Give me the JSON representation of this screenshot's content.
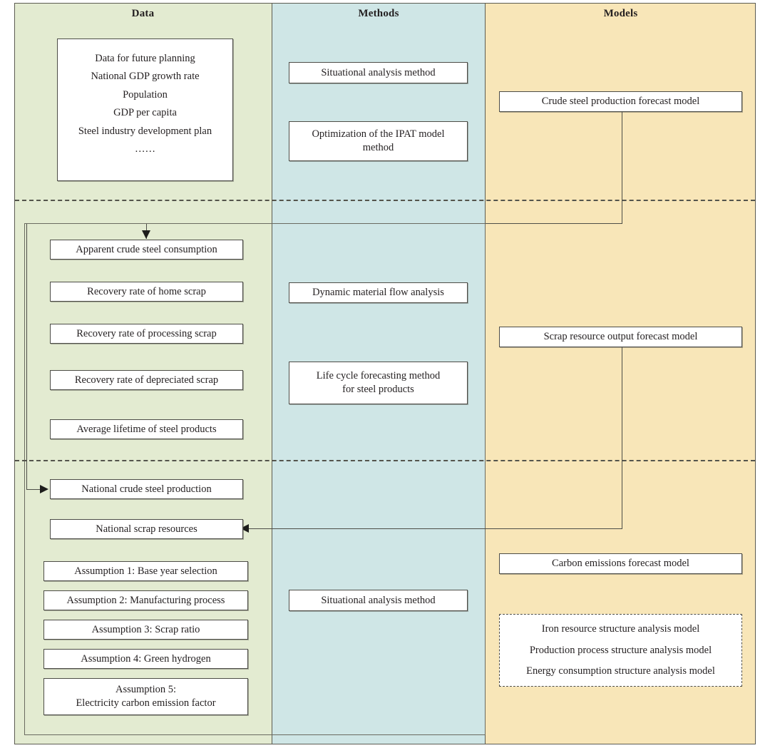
{
  "columns": {
    "data": {
      "title": "Data",
      "color": "#e3ebd1"
    },
    "methods": {
      "title": "Methods",
      "color": "#cfe6e6"
    },
    "models": {
      "title": "Models",
      "color": "#f8e6b8"
    }
  },
  "section1": {
    "data_box": {
      "heading": "Data for future planning",
      "items": [
        "National GDP growth rate",
        "Population",
        "GDP per capita",
        "Steel industry development plan",
        "……"
      ]
    },
    "methods": [
      "Situational analysis method",
      {
        "line1": "Optimization of the IPAT model",
        "line2": "method"
      }
    ],
    "models": [
      "Crude steel production forecast model"
    ]
  },
  "section2": {
    "data": [
      "Apparent crude steel consumption",
      "Recovery rate of home scrap",
      "Recovery rate of processing scrap",
      "Recovery rate of depreciated scrap",
      "Average lifetime of steel products"
    ],
    "methods": [
      "Dynamic material flow analysis",
      {
        "line1": "Life cycle forecasting method",
        "line2": "for steel products"
      }
    ],
    "models": [
      "Scrap resource output forecast model"
    ]
  },
  "section3": {
    "data": [
      "National crude steel production",
      "National scrap resources",
      "Assumption 1: Base year selection",
      "Assumption 2: Manufacturing process",
      "Assumption 3: Scrap ratio",
      "Assumption 4: Green hydrogen"
    ],
    "assumption5": {
      "line1": "Assumption 5:",
      "line2": "Electricity carbon emission factor"
    },
    "methods": [
      "Situational analysis method"
    ],
    "models": [
      "Carbon emissions forecast model"
    ],
    "models_dashed": [
      "Iron resource structure analysis model",
      "Production process structure analysis model",
      "Energy consumption structure analysis model"
    ]
  }
}
